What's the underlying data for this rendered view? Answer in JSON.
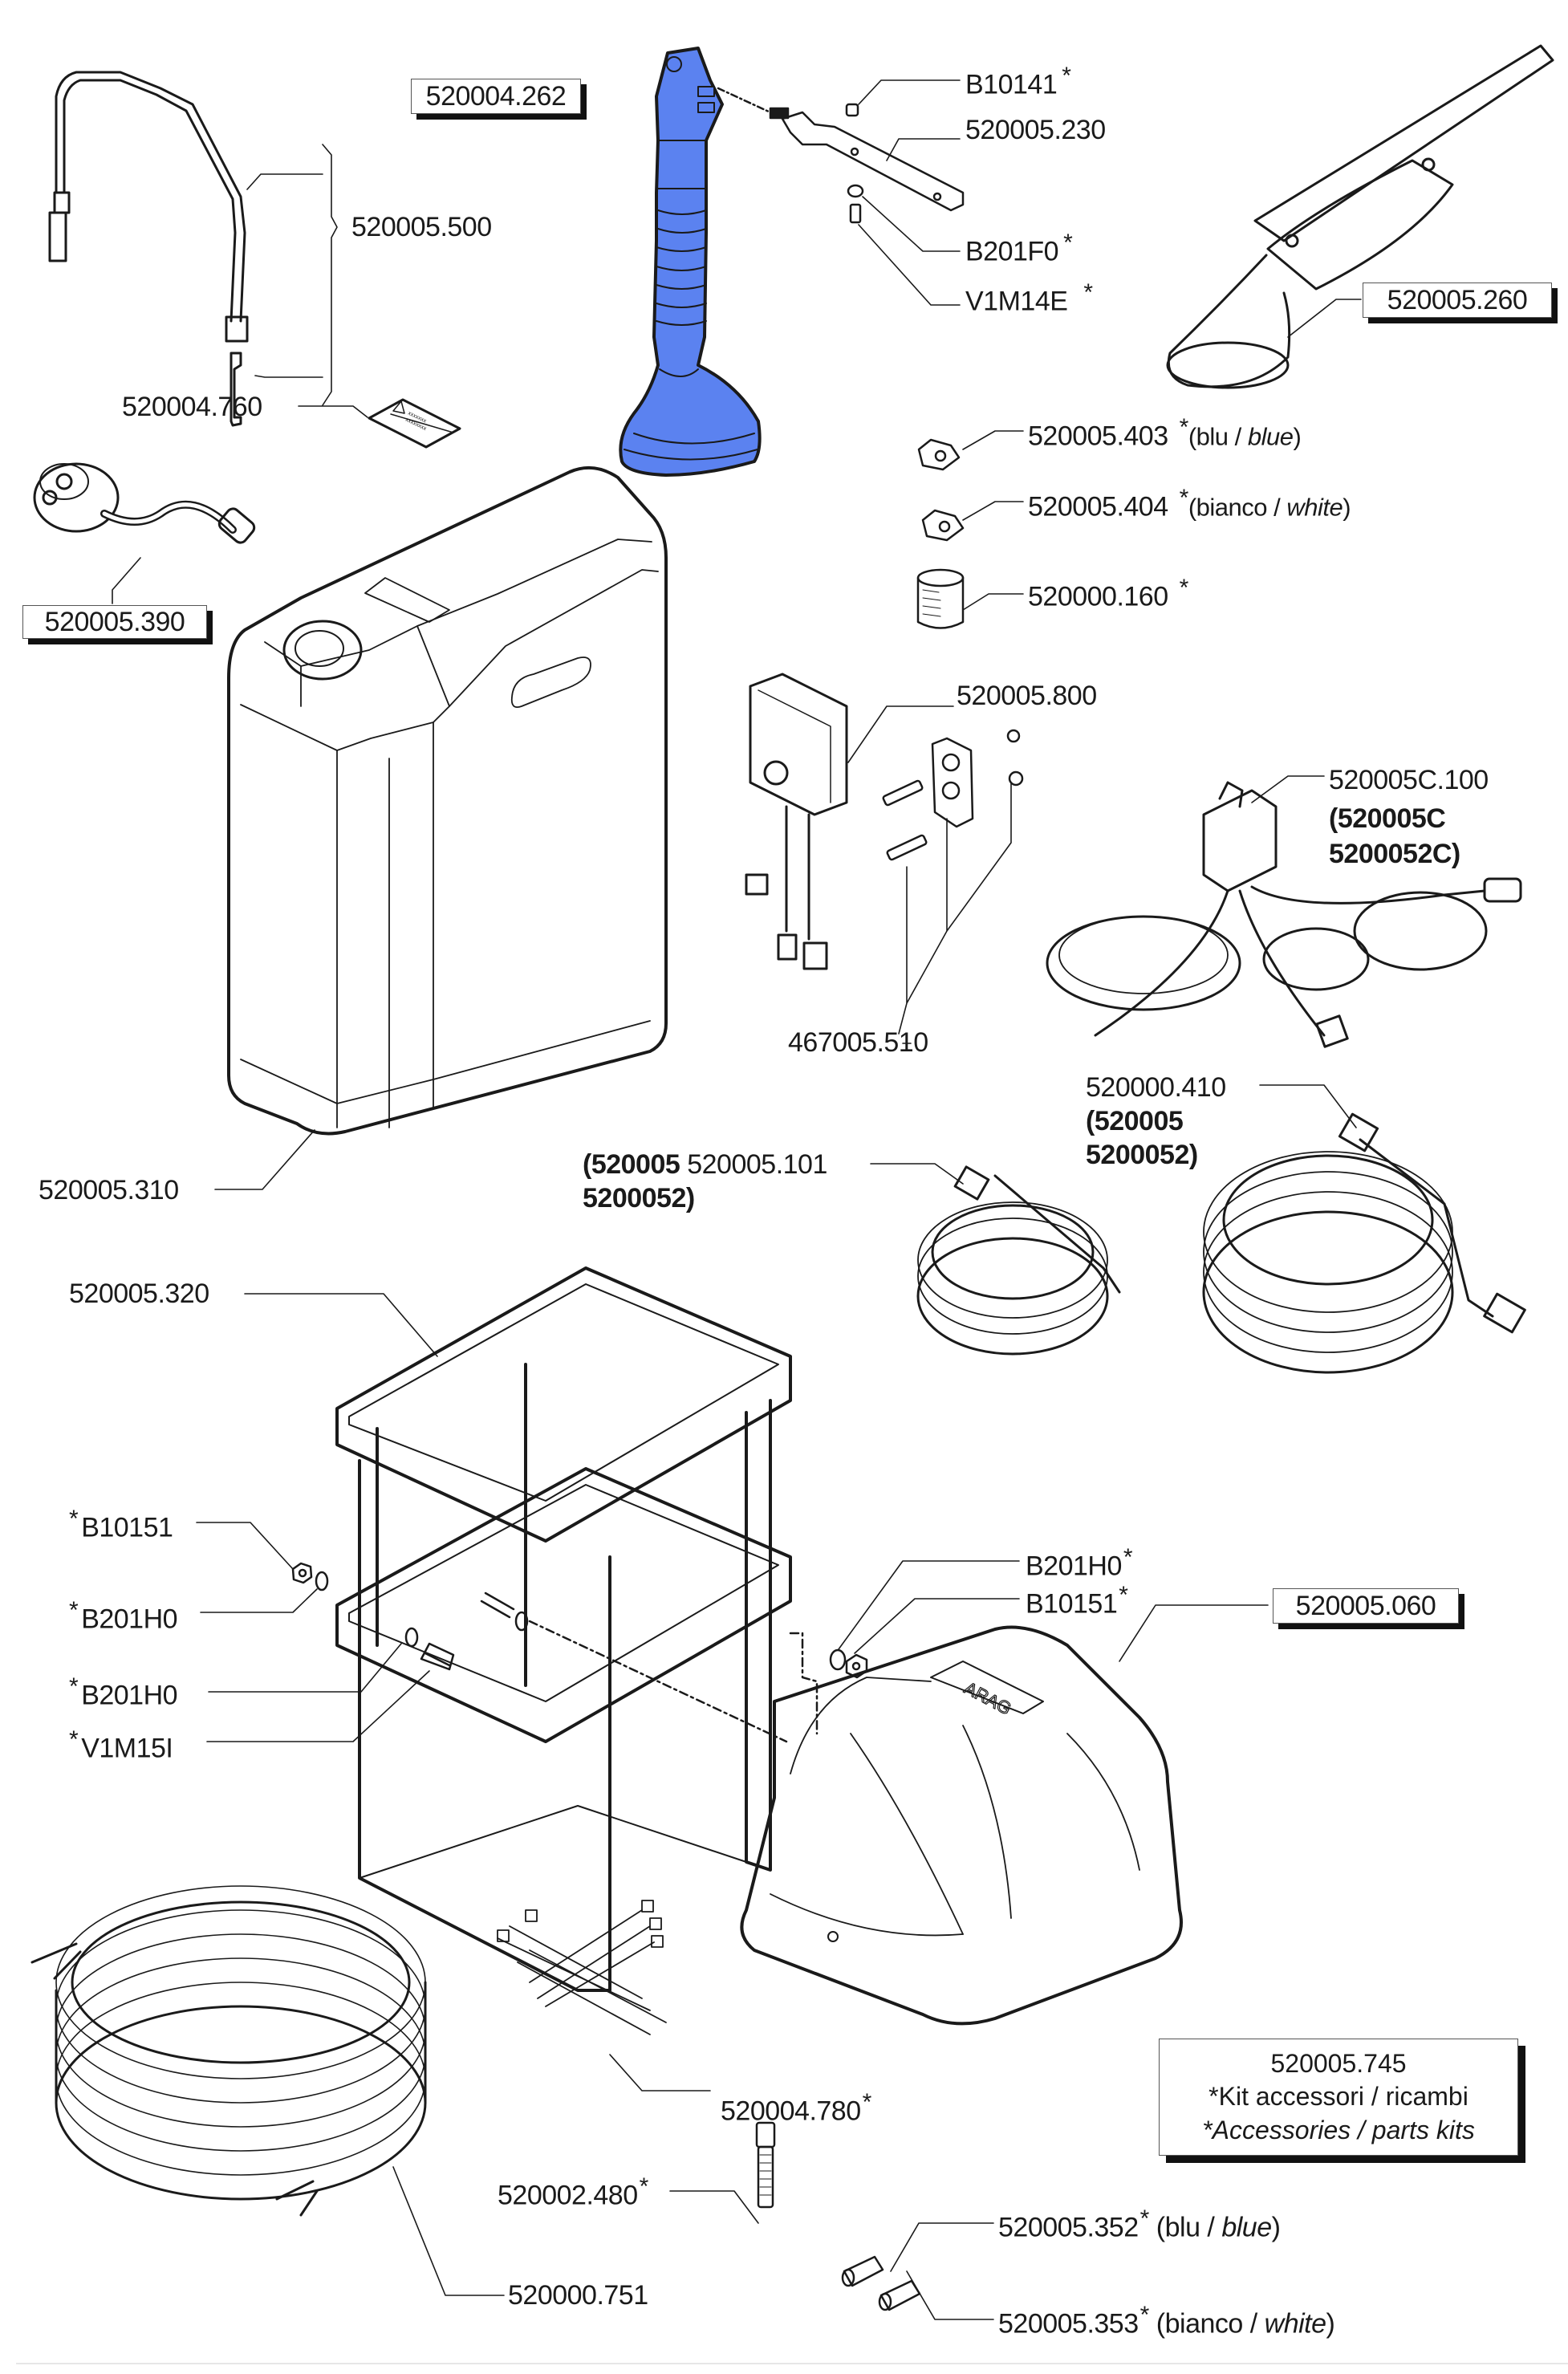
{
  "colors": {
    "accent_blue": "#5b82f0",
    "line": "#1a1a1a"
  },
  "brand_on_cover": "ARAG",
  "sticker_text": [
    "xxxxxxx",
    "xxxxxxxx"
  ],
  "parts": {
    "p520004_262": {
      "code": "520004.262"
    },
    "p520005_500": {
      "code": "520005.500"
    },
    "b10141": {
      "code": "B10141",
      "star": "*"
    },
    "p520005_230": {
      "code": "520005.230"
    },
    "b201f0": {
      "code": "B201F0",
      "star": "*"
    },
    "v1m14e": {
      "code": "V1M14E",
      "star": "*"
    },
    "p520005_260": {
      "code": "520005.260"
    },
    "p520004_760": {
      "code": "520004.760"
    },
    "p520005_403": {
      "code": "520005.403",
      "star": "*",
      "color_it": "(blu / ",
      "color_en": "blue",
      "close": ")"
    },
    "p520005_404": {
      "code": "520005.404",
      "star": "*",
      "color_it": "(bianco / ",
      "color_en": "white",
      "close": ")"
    },
    "p520000_160": {
      "code": "520000.160",
      "star": "*"
    },
    "p520005_390": {
      "code": "520005.390"
    },
    "p520005_800": {
      "code": "520005.800"
    },
    "p520005c_100": {
      "code": "520005C.100",
      "variant_line1": "(520005C",
      "variant_line2": "5200052C)"
    },
    "p467005_510": {
      "code": "467005.510"
    },
    "p520000_410": {
      "code": "520000.410",
      "variant_line1": "(520005",
      "variant_line2": "5200052)"
    },
    "p520005_101": {
      "code": "520005.101",
      "variant_line1": "(520005",
      "variant_line2": "5200052)"
    },
    "p520005_310": {
      "code": "520005.310"
    },
    "p520005_320": {
      "code": "520005.320"
    },
    "b10151_left": {
      "code": "B10151",
      "star": "*"
    },
    "b201h0_left_1": {
      "code": "B201H0",
      "star": "*"
    },
    "b201h0_left_2": {
      "code": "B201H0",
      "star": "*"
    },
    "v1m15i": {
      "code": "V1M15I",
      "star": "*"
    },
    "b201h0_right": {
      "code": "B201H0",
      "star": "*"
    },
    "b10151_right": {
      "code": "B10151",
      "star": "*"
    },
    "p520005_060": {
      "code": "520005.060"
    },
    "p520004_780": {
      "code": "520004.780",
      "star": "*"
    },
    "p520002_480": {
      "code": "520002.480",
      "star": "*"
    },
    "p520005_352": {
      "code": "520005.352",
      "star": "*",
      "color_it": "(blu / ",
      "color_en": "blue",
      "close": ")"
    },
    "p520005_353": {
      "code": "520005.353",
      "star": "*",
      "color_it": "(bianco / ",
      "color_en": "white",
      "close": ")"
    },
    "p520000_751": {
      "code": "520000.751"
    }
  },
  "kit_box": {
    "code": "520005.745",
    "line_it": "*Kit accessori / ricambi",
    "line_en": "*Accessories / parts kits"
  }
}
